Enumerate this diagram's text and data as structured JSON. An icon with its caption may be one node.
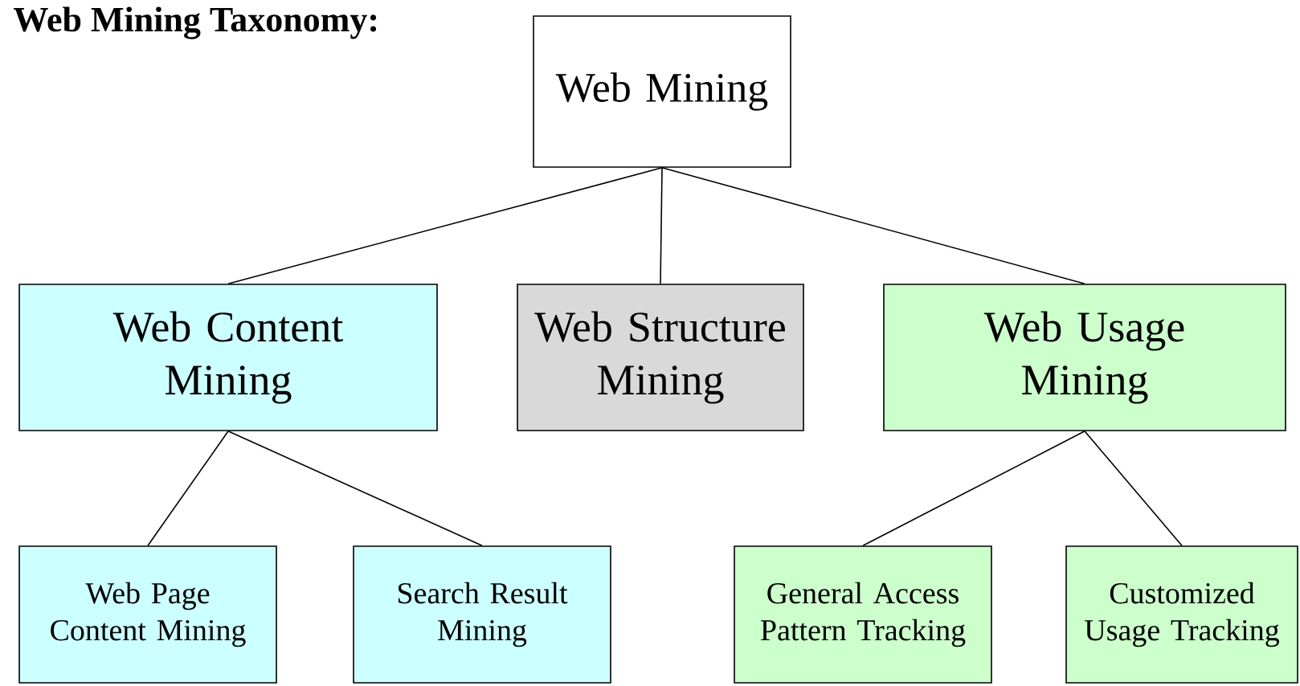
{
  "diagram": {
    "title": "Web Mining Taxonomy:",
    "nodes": [
      {
        "text": [
          "Web Mining"
        ]
      },
      {
        "text": [
          "Web Content Mining"
        ]
      },
      {
        "text": [
          "Web Structure Mining"
        ]
      },
      {
        "text": [
          "Web Usage Mining"
        ]
      },
      {
        "text": [
          "Web Page Content Mining"
        ]
      },
      {
        "text": [
          "Search Result Mining"
        ]
      },
      {
        "text": [
          "General Access Pattern Tracking"
        ]
      },
      {
        "text": [
          "Customized Usage Tracking"
        ]
      }
    ],
    "edges": [
      {
        "from": 0,
        "to": 1,
        "arrow": "none"
      },
      {
        "from": 0,
        "to": 2,
        "arrow": "none"
      },
      {
        "from": 0,
        "to": 3,
        "arrow": "none"
      },
      {
        "from": 1,
        "to": 4,
        "arrow": "none"
      },
      {
        "from": 1,
        "to": 5,
        "arrow": "none"
      },
      {
        "from": 3,
        "to": 6,
        "arrow": "none"
      },
      {
        "from": 3,
        "to": 7,
        "arrow": "none"
      }
    ]
  }
}
